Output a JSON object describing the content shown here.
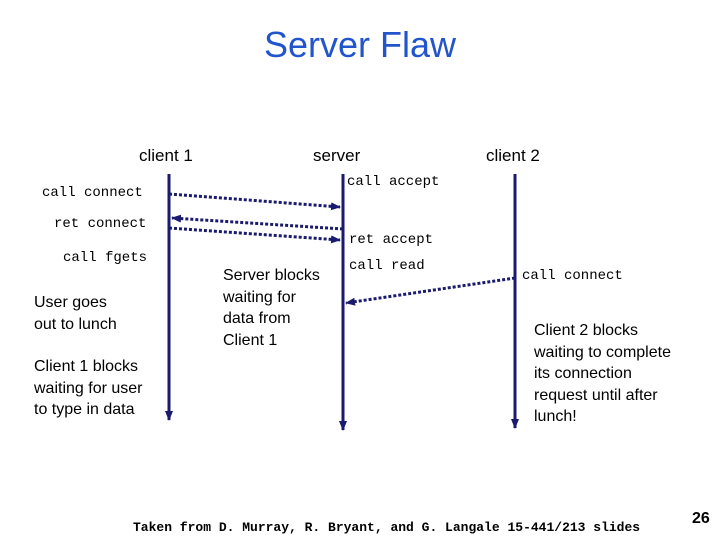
{
  "title": "Server Flaw",
  "headers": {
    "client1": "client 1",
    "server": "server",
    "client2": "client 2"
  },
  "calls": {
    "call_connect_1": "call connect",
    "ret_connect": "ret connect",
    "call_fgets": "call fgets",
    "call_accept": "call accept",
    "ret_accept": "ret accept",
    "call_read": "call read",
    "call_connect_2": "call connect"
  },
  "notes": {
    "user_lunch": "User goes\nout to lunch",
    "client1_blocks": "Client 1 blocks\nwaiting for user\nto type in data",
    "server_blocks": "Server blocks\nwaiting for\ndata from\nClient 1",
    "client2_blocks": "Client 2 blocks\nwaiting to complete\nits connection\nrequest until after\nlunch!"
  },
  "footer": "Taken from D. Murray, R. Bryant, and G. Langale 15-441/213 slides",
  "page_number": "26",
  "colors": {
    "title": "#2255cc",
    "timeline": "#1a1a6e"
  }
}
